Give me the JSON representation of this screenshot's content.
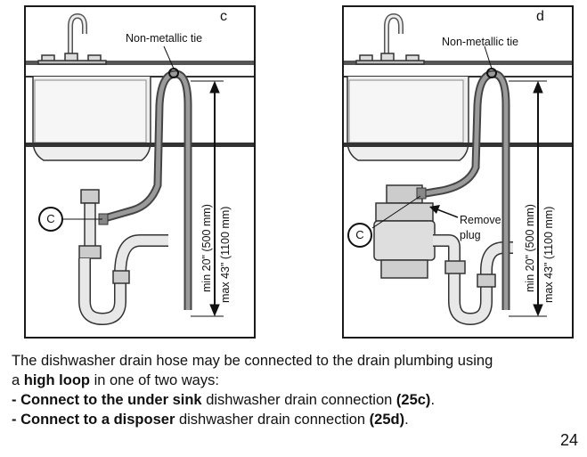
{
  "panel_c": {
    "letter": "c",
    "tie_label": "Non-metallic tie",
    "callout": "C",
    "dim_min": "min 20\" (500 mm)",
    "dim_max": "max 43\" (1100 mm)"
  },
  "panel_d": {
    "letter": "d",
    "tie_label": "Non-metallic tie",
    "callout": "C",
    "plug_label_1": "Remove",
    "plug_label_2": "plug",
    "dim_min": "min 20\" (500 mm)",
    "dim_max": "max 43\" (1100 mm)"
  },
  "caption": {
    "line1": "The dishwasher drain hose may be connected to the drain plumbing using",
    "line2_pre": "a ",
    "line2_bold": "high loop",
    "line2_post": " in one of two ways:",
    "line3_dash": "- ",
    "line3_bold": "Connect to the under sink",
    "line3_post": " dishwasher drain connection ",
    "line3_ref": "(25c)",
    "line3_end": ".",
    "line4_dash": "- ",
    "line4_bold": "Connect to a disposer",
    "line4_post": " dishwasher drain connection ",
    "line4_ref": "(25d)",
    "line4_end": "."
  },
  "page_number": "24"
}
